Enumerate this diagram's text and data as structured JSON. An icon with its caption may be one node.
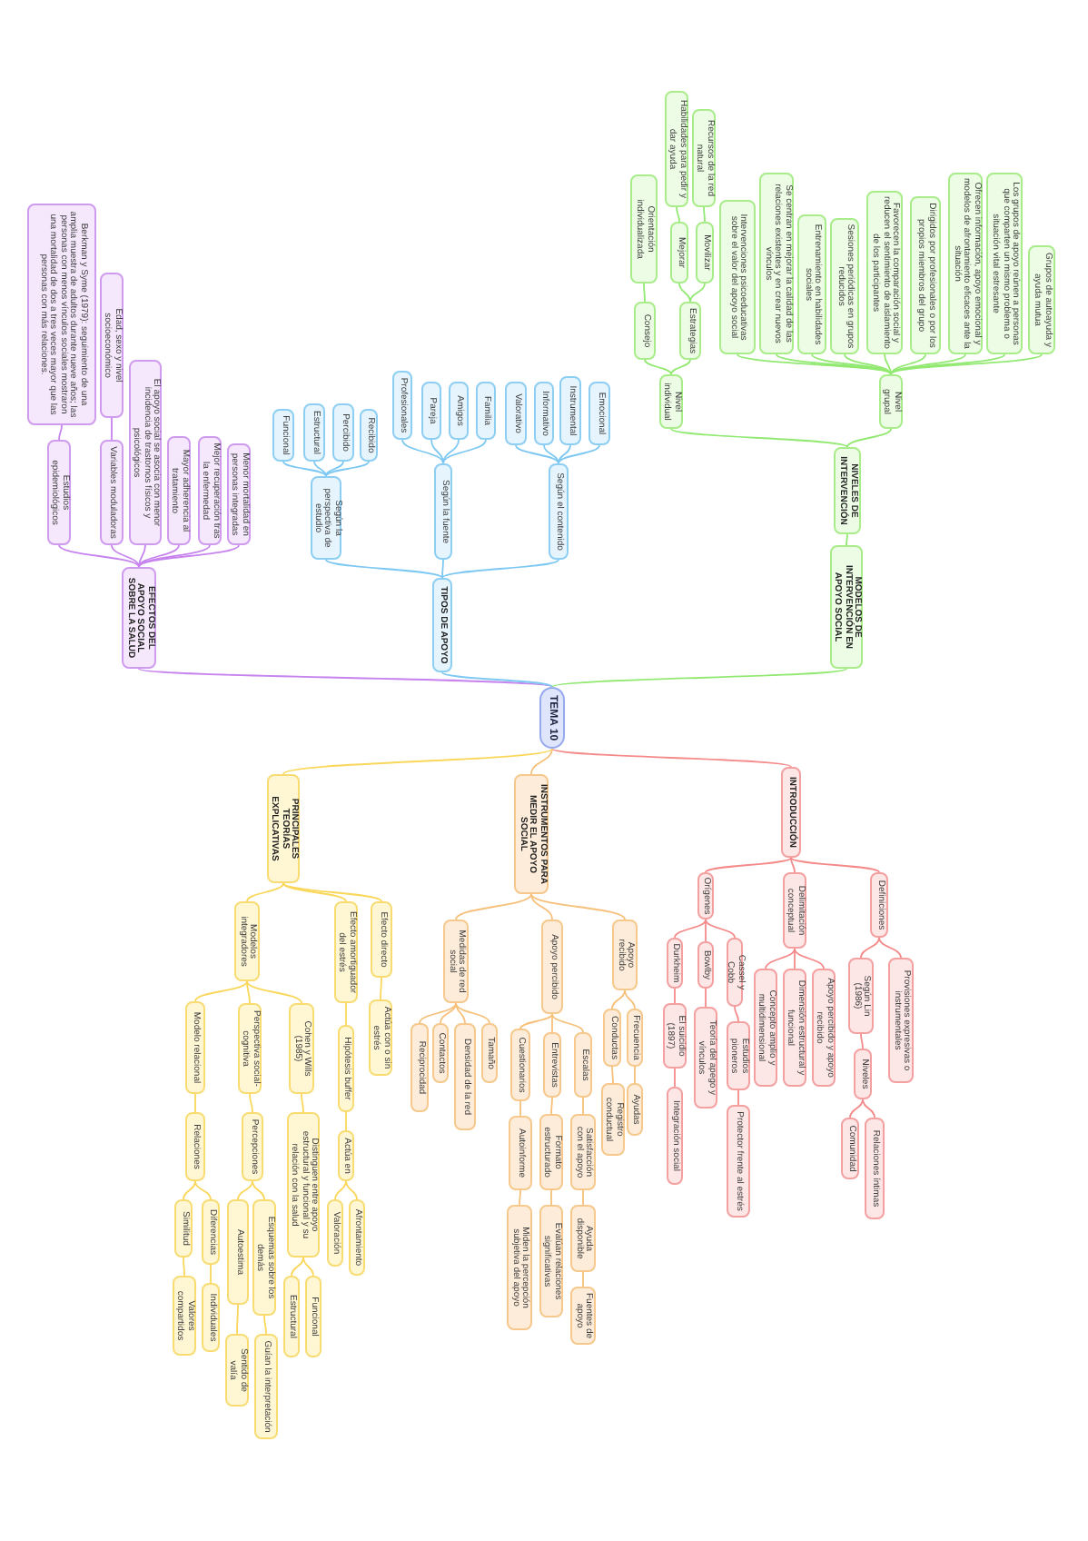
{
  "diagram": {
    "nodes": [
      {
        "text": [
          "TEMA 10"
        ]
      },
      {
        "text": [
          "INTRODUCCIÓN"
        ]
      },
      {
        "text": [
          "Definiciones"
        ]
      },
      {
        "text": [
          "Provisiones expresivas o instrumentales"
        ]
      },
      {
        "text": [
          "Según Lin (1986)"
        ]
      },
      {
        "text": [
          "Niveles"
        ]
      },
      {
        "text": [
          "Relaciones íntimas"
        ]
      },
      {
        "text": [
          "Comunidad"
        ]
      },
      {
        "text": [
          "Delimitación conceptual"
        ]
      },
      {
        "text": [
          "Apoyo percibido y apoyo recibido"
        ]
      },
      {
        "text": [
          "Dimensión estructural y funcional"
        ]
      },
      {
        "text": [
          "Concepto amplio y multidimensional"
        ]
      },
      {
        "text": [
          "Orígenes"
        ]
      },
      {
        "text": [
          "Cassel y Cobb"
        ]
      },
      {
        "text": [
          "Estudios pioneros"
        ]
      },
      {
        "text": [
          "Protector frente al estrés"
        ]
      },
      {
        "text": [
          "Bowlby"
        ]
      },
      {
        "text": [
          "Teoría del apego y vínculos"
        ]
      },
      {
        "text": [
          "Durkheim"
        ]
      },
      {
        "text": [
          "El suicidio (1897)"
        ]
      },
      {
        "text": [
          "Integración social"
        ]
      },
      {
        "text": [
          "INSTRUMENTOS PARA MEDIR EL APOYO SOCIAL"
        ]
      },
      {
        "text": [
          "Apoyo recibido"
        ]
      },
      {
        "text": [
          "Frecuencia"
        ]
      },
      {
        "text": [
          "Ayudas"
        ]
      },
      {
        "text": [
          "Conductas"
        ]
      },
      {
        "text": [
          "Registro conductual"
        ]
      },
      {
        "text": [
          "Apoyo percibido"
        ]
      },
      {
        "text": [
          "Escalas"
        ]
      },
      {
        "text": [
          "Satisfacción con el apoyo"
        ]
      },
      {
        "text": [
          "Ayuda disponible"
        ]
      },
      {
        "text": [
          "Fuentes de apoyo"
        ]
      },
      {
        "text": [
          "Entrevistas"
        ]
      },
      {
        "text": [
          "Formato estructurado"
        ]
      },
      {
        "text": [
          "Evalúan relaciones significativas"
        ]
      },
      {
        "text": [
          "Cuestionarios"
        ]
      },
      {
        "text": [
          "Autoinforme"
        ]
      },
      {
        "text": [
          "Miden la percepción subjetiva del apoyo"
        ]
      },
      {
        "text": [
          "Medidas de red social"
        ]
      },
      {
        "text": [
          "Tamaño"
        ]
      },
      {
        "text": [
          "Densidad de la red"
        ]
      },
      {
        "text": [
          "Contactos"
        ]
      },
      {
        "text": [
          "Reciprocidad"
        ]
      },
      {
        "text": [
          "PRINCIPALES TEORÍAS EXPLICATIVAS"
        ]
      },
      {
        "text": [
          "Efecto directo"
        ]
      },
      {
        "text": [
          "Actúa con o sin estrés"
        ]
      },
      {
        "text": [
          "Efecto amortiguador del estrés"
        ]
      },
      {
        "text": [
          "Hipótesis buffer"
        ]
      },
      {
        "text": [
          "Actúa en"
        ]
      },
      {
        "text": [
          "Afrontamiento"
        ]
      },
      {
        "text": [
          "Valoración"
        ]
      },
      {
        "text": [
          "Modelos integradores"
        ]
      },
      {
        "text": [
          "Cohen y Wills (1985)"
        ]
      },
      {
        "text": [
          "Distinguen entre apoyo estructural y funcional y su relación con la salud"
        ]
      },
      {
        "text": [
          "Funcional"
        ]
      },
      {
        "text": [
          "Estructural"
        ]
      },
      {
        "text": [
          "Perspectiva social-cognitiva"
        ]
      },
      {
        "text": [
          "Percepciones"
        ]
      },
      {
        "text": [
          "Esquemas sobre los demás"
        ]
      },
      {
        "text": [
          "Guían la interpretación"
        ]
      },
      {
        "text": [
          "Autoestima"
        ]
      },
      {
        "text": [
          "Sentido de valía"
        ]
      },
      {
        "text": [
          "Modelo relacional"
        ]
      },
      {
        "text": [
          "Relaciones"
        ]
      },
      {
        "text": [
          "Diferencias"
        ]
      },
      {
        "text": [
          "Individuales"
        ]
      },
      {
        "text": [
          "Similitud"
        ]
      },
      {
        "text": [
          "Valores compartidos"
        ]
      },
      {
        "text": [
          "EFECTOS DEL APOYO SOCIAL SOBRE LA SALUD"
        ]
      },
      {
        "text": [
          "Menor mortalidad en personas integradas"
        ]
      },
      {
        "text": [
          "Mejor recuperación tras la enfermedad"
        ]
      },
      {
        "text": [
          "Mayor adherencia al tratamiento"
        ]
      },
      {
        "text": [
          "El apoyo social se asocia con menor incidencia de trastornos físicos y psicológicos"
        ]
      },
      {
        "text": [
          "Variables moduladoras"
        ]
      },
      {
        "text": [
          "Edad, sexo y nivel socioeconómico"
        ]
      },
      {
        "text": [
          "Estudios epidemiológicos"
        ]
      },
      {
        "text": [
          "Berkman y Syme (1979): seguimiento de una amplia muestra de adultos durante nueve años; las personas con menos vínculos sociales mostraron una mortalidad de dos a tres veces mayor que las personas con más relaciones."
        ]
      },
      {
        "text": [
          "TIPOS DE APOYO"
        ]
      },
      {
        "text": [
          "Según el contenido"
        ]
      },
      {
        "text": [
          "Emocional"
        ]
      },
      {
        "text": [
          "Instrumental"
        ]
      },
      {
        "text": [
          "Informativo"
        ]
      },
      {
        "text": [
          "Valorativo"
        ]
      },
      {
        "text": [
          "Según la fuente"
        ]
      },
      {
        "text": [
          "Familia"
        ]
      },
      {
        "text": [
          "Amigos"
        ]
      },
      {
        "text": [
          "Pareja"
        ]
      },
      {
        "text": [
          "Profesionales"
        ]
      },
      {
        "text": [
          "Según la perspectiva de estudio"
        ]
      },
      {
        "text": [
          "Recibido"
        ]
      },
      {
        "text": [
          "Percibido"
        ]
      },
      {
        "text": [
          "Estructural"
        ]
      },
      {
        "text": [
          "Funcional"
        ]
      },
      {
        "text": [
          "MODELOS DE INTERVENCIÓN EN APOYO SOCIAL"
        ]
      },
      {
        "text": [
          "NIVELES DE INTERVENCIÓN"
        ]
      },
      {
        "text": [
          "Nivel grupal"
        ]
      },
      {
        "text": [
          "Grupos de autoayuda y ayuda mutua"
        ]
      },
      {
        "text": [
          "Los grupos de apoyo reúnen a personas que comparten un mismo problema o situación vital estresante"
        ]
      },
      {
        "text": [
          "Ofrecen información, apoyo emocional y modelos de afrontamiento eficaces ante la situación"
        ]
      },
      {
        "text": [
          "Dirigidos por profesionales o por los propios miembros del grupo"
        ]
      },
      {
        "text": [
          "Favorecen la comparación social y reducen el sentimiento de aislamiento de los participantes"
        ]
      },
      {
        "text": [
          "Sesiones periódicas en grupos reducidos"
        ]
      },
      {
        "text": [
          "Entrenamiento en habilidades sociales"
        ]
      },
      {
        "text": [
          "Se centran en mejorar la calidad de las relaciones existentes y en crear nuevos vínculos"
        ]
      },
      {
        "text": [
          "Intervenciones psicoeducativas sobre el valor del apoyo social"
        ]
      },
      {
        "text": [
          "Nivel individual"
        ]
      },
      {
        "text": [
          "Estrategias"
        ]
      },
      {
        "text": [
          "Movilizar"
        ]
      },
      {
        "text": [
          "Recursos de la red natural"
        ]
      },
      {
        "text": [
          "Mejorar"
        ]
      },
      {
        "text": [
          "Habilidades para pedir y dar ayuda"
        ]
      },
      {
        "text": [
          "Consejo"
        ]
      },
      {
        "text": [
          "Orientación individualizada"
        ]
      }
    ],
    "edges": [
      {
        "from": 0,
        "to": 1,
        "arrow": "none",
        "color": "#f48a8a"
      },
      {
        "from": 1,
        "to": 2,
        "arrow": "none",
        "color": "#f48a8a"
      },
      {
        "from": 2,
        "to": 3,
        "arrow": "none",
        "color": "#f48a8a"
      },
      {
        "from": 2,
        "to": 4,
        "arrow": "none",
        "color": "#f48a8a"
      },
      {
        "from": 4,
        "to": 5,
        "arrow": "none",
        "color": "#f48a8a"
      },
      {
        "from": 5,
        "to": 6,
        "arrow": "none",
        "color": "#f48a8a"
      },
      {
        "from": 5,
        "to": 7,
        "arrow": "none",
        "color": "#f48a8a"
      },
      {
        "from": 1,
        "to": 8,
        "arrow": "none",
        "color": "#f48a8a"
      },
      {
        "from": 8,
        "to": 9,
        "arrow": "none",
        "color": "#f48a8a"
      },
      {
        "from": 8,
        "to": 10,
        "arrow": "none",
        "color": "#f48a8a"
      },
      {
        "from": 8,
        "to": 11,
        "arrow": "none",
        "color": "#f48a8a"
      },
      {
        "from": 1,
        "to": 12,
        "arrow": "none",
        "color": "#f48a8a"
      },
      {
        "from": 12,
        "to": 13,
        "arrow": "none",
        "color": "#f48a8a"
      },
      {
        "from": 13,
        "to": 14,
        "arrow": "none",
        "color": "#f48a8a"
      },
      {
        "from": 14,
        "to": 15,
        "arrow": "none",
        "color": "#f48a8a"
      },
      {
        "from": 12,
        "to": 16,
        "arrow": "none",
        "color": "#f48a8a"
      },
      {
        "from": 16,
        "to": 17,
        "arrow": "none",
        "color": "#f48a8a"
      },
      {
        "from": 12,
        "to": 18,
        "arrow": "none",
        "color": "#f48a8a"
      },
      {
        "from": 18,
        "to": 19,
        "arrow": "none",
        "color": "#f48a8a"
      },
      {
        "from": 19,
        "to": 20,
        "arrow": "none",
        "color": "#f48a8a"
      },
      {
        "from": 0,
        "to": 21,
        "arrow": "none",
        "color": "#f6c07a"
      },
      {
        "from": 21,
        "to": 22,
        "arrow": "none",
        "color": "#f6c07a"
      },
      {
        "from": 22,
        "to": 23,
        "arrow": "none",
        "color": "#f6c07a"
      },
      {
        "from": 23,
        "to": 24,
        "arrow": "none",
        "color": "#f6c07a"
      },
      {
        "from": 22,
        "to": 25,
        "arrow": "none",
        "color": "#f6c07a"
      },
      {
        "from": 25,
        "to": 26,
        "arrow": "none",
        "color": "#f6c07a"
      },
      {
        "from": 21,
        "to": 27,
        "arrow": "none",
        "color": "#f6c07a"
      },
      {
        "from": 27,
        "to": 28,
        "arrow": "none",
        "color": "#f6c07a"
      },
      {
        "from": 28,
        "to": 29,
        "arrow": "none",
        "color": "#f6c07a"
      },
      {
        "from": 29,
        "to": 30,
        "arrow": "none",
        "color": "#f6c07a"
      },
      {
        "from": 30,
        "to": 31,
        "arrow": "none",
        "color": "#f6c07a"
      },
      {
        "from": 27,
        "to": 32,
        "arrow": "none",
        "color": "#f6c07a"
      },
      {
        "from": 32,
        "to": 33,
        "arrow": "none",
        "color": "#f6c07a"
      },
      {
        "from": 33,
        "to": 34,
        "arrow": "none",
        "color": "#f6c07a"
      },
      {
        "from": 27,
        "to": 35,
        "arrow": "none",
        "color": "#f6c07a"
      },
      {
        "from": 35,
        "to": 36,
        "arrow": "none",
        "color": "#f6c07a"
      },
      {
        "from": 36,
        "to": 37,
        "arrow": "none",
        "color": "#f6c07a"
      },
      {
        "from": 21,
        "to": 38,
        "arrow": "none",
        "color": "#f6c07a"
      },
      {
        "from": 38,
        "to": 39,
        "arrow": "none",
        "color": "#f6c07a"
      },
      {
        "from": 38,
        "to": 40,
        "arrow": "none",
        "color": "#f6c07a"
      },
      {
        "from": 38,
        "to": 41,
        "arrow": "none",
        "color": "#f6c07a"
      },
      {
        "from": 38,
        "to": 42,
        "arrow": "none",
        "color": "#f6c07a"
      },
      {
        "from": 0,
        "to": 43,
        "arrow": "none",
        "color": "#fad75a"
      },
      {
        "from": 43,
        "to": 44,
        "arrow": "none",
        "color": "#fad75a"
      },
      {
        "from": 44,
        "to": 45,
        "arrow": "none",
        "color": "#fad75a"
      },
      {
        "from": 43,
        "to": 46,
        "arrow": "none",
        "color": "#fad75a"
      },
      {
        "from": 46,
        "to": 47,
        "arrow": "none",
        "color": "#fad75a"
      },
      {
        "from": 47,
        "to": 48,
        "arrow": "none",
        "color": "#fad75a"
      },
      {
        "from": 48,
        "to": 49,
        "arrow": "none",
        "color": "#fad75a"
      },
      {
        "from": 48,
        "to": 50,
        "arrow": "none",
        "color": "#fad75a"
      },
      {
        "from": 43,
        "to": 51,
        "arrow": "none",
        "color": "#fad75a"
      },
      {
        "from": 51,
        "to": 52,
        "arrow": "none",
        "color": "#fad75a"
      },
      {
        "from": 52,
        "to": 53,
        "arrow": "none",
        "color": "#fad75a"
      },
      {
        "from": 53,
        "to": 54,
        "arrow": "none",
        "color": "#fad75a"
      },
      {
        "from": 53,
        "to": 55,
        "arrow": "none",
        "color": "#fad75a"
      },
      {
        "from": 51,
        "to": 56,
        "arrow": "none",
        "color": "#fad75a"
      },
      {
        "from": 56,
        "to": 57,
        "arrow": "none",
        "color": "#fad75a"
      },
      {
        "from": 57,
        "to": 58,
        "arrow": "none",
        "color": "#fad75a"
      },
      {
        "from": 58,
        "to": 59,
        "arrow": "none",
        "color": "#fad75a"
      },
      {
        "from": 57,
        "to": 60,
        "arrow": "none",
        "color": "#fad75a"
      },
      {
        "from": 60,
        "to": 61,
        "arrow": "none",
        "color": "#fad75a"
      },
      {
        "from": 51,
        "to": 62,
        "arrow": "none",
        "color": "#fad75a"
      },
      {
        "from": 62,
        "to": 63,
        "arrow": "none",
        "color": "#fad75a"
      },
      {
        "from": 63,
        "to": 64,
        "arrow": "none",
        "color": "#fad75a"
      },
      {
        "from": 64,
        "to": 65,
        "arrow": "none",
        "color": "#fad75a"
      },
      {
        "from": 63,
        "to": 66,
        "arrow": "none",
        "color": "#fad75a"
      },
      {
        "from": 66,
        "to": 67,
        "arrow": "none",
        "color": "#fad75a"
      },
      {
        "from": 0,
        "to": 68,
        "arrow": "none",
        "color": "#c783ee"
      },
      {
        "from": 68,
        "to": 69,
        "arrow": "none",
        "color": "#c783ee"
      },
      {
        "from": 68,
        "to": 70,
        "arrow": "none",
        "color": "#c783ee"
      },
      {
        "from": 68,
        "to": 71,
        "arrow": "none",
        "color": "#c783ee"
      },
      {
        "from": 68,
        "to": 72,
        "arrow": "none",
        "color": "#c783ee"
      },
      {
        "from": 68,
        "to": 73,
        "arrow": "none",
        "color": "#c783ee"
      },
      {
        "from": 73,
        "to": 74,
        "arrow": "none",
        "color": "#c783ee"
      },
      {
        "from": 68,
        "to": 75,
        "arrow": "none",
        "color": "#c783ee"
      },
      {
        "from": 75,
        "to": 76,
        "arrow": "none",
        "color": "#c783ee"
      },
      {
        "from": 0,
        "to": 77,
        "arrow": "none",
        "color": "#7dc8f2"
      },
      {
        "from": 77,
        "to": 78,
        "arrow": "none",
        "color": "#7dc8f2"
      },
      {
        "from": 78,
        "to": 79,
        "arrow": "none",
        "color": "#7dc8f2"
      },
      {
        "from": 78,
        "to": 80,
        "arrow": "none",
        "color": "#7dc8f2"
      },
      {
        "from": 78,
        "to": 81,
        "arrow": "none",
        "color": "#7dc8f2"
      },
      {
        "from": 78,
        "to": 82,
        "arrow": "none",
        "color": "#7dc8f2"
      },
      {
        "from": 77,
        "to": 83,
        "arrow": "none",
        "color": "#7dc8f2"
      },
      {
        "from": 83,
        "to": 84,
        "arrow": "none",
        "color": "#7dc8f2"
      },
      {
        "from": 83,
        "to": 85,
        "arrow": "none",
        "color": "#7dc8f2"
      },
      {
        "from": 83,
        "to": 86,
        "arrow": "none",
        "color": "#7dc8f2"
      },
      {
        "from": 83,
        "to": 87,
        "arrow": "none",
        "color": "#7dc8f2"
      },
      {
        "from": 77,
        "to": 88,
        "arrow": "none",
        "color": "#7dc8f2"
      },
      {
        "from": 88,
        "to": 89,
        "arrow": "none",
        "color": "#7dc8f2"
      },
      {
        "from": 88,
        "to": 90,
        "arrow": "none",
        "color": "#7dc8f2"
      },
      {
        "from": 88,
        "to": 91,
        "arrow": "none",
        "color": "#7dc8f2"
      },
      {
        "from": 88,
        "to": 92,
        "arrow": "none",
        "color": "#7dc8f2"
      },
      {
        "from": 0,
        "to": 93,
        "arrow": "none",
        "color": "#92e972"
      },
      {
        "from": 93,
        "to": 94,
        "arrow": "none",
        "color": "#92e972"
      },
      {
        "from": 94,
        "to": 95,
        "arrow": "none",
        "color": "#92e972"
      },
      {
        "from": 95,
        "to": 96,
        "arrow": "none",
        "color": "#92e972"
      },
      {
        "from": 95,
        "to": 97,
        "arrow": "none",
        "color": "#92e972"
      },
      {
        "from": 95,
        "to": 98,
        "arrow": "none",
        "color": "#92e972"
      },
      {
        "from": 95,
        "to": 99,
        "arrow": "none",
        "color": "#92e972"
      },
      {
        "from": 95,
        "to": 100,
        "arrow": "none",
        "color": "#92e972"
      },
      {
        "from": 95,
        "to": 101,
        "arrow": "none",
        "color": "#92e972"
      },
      {
        "from": 95,
        "to": 102,
        "arrow": "none",
        "color": "#92e972"
      },
      {
        "from": 95,
        "to": 103,
        "arrow": "none",
        "color": "#92e972"
      },
      {
        "from": 95,
        "to": 104,
        "arrow": "none",
        "color": "#92e972"
      },
      {
        "from": 94,
        "to": 105,
        "arrow": "none",
        "color": "#92e972"
      },
      {
        "from": 105,
        "to": 106,
        "arrow": "none",
        "color": "#92e972"
      },
      {
        "from": 106,
        "to": 107,
        "arrow": "none",
        "color": "#92e972"
      },
      {
        "from": 107,
        "to": 108,
        "arrow": "none",
        "color": "#92e972"
      },
      {
        "from": 106,
        "to": 109,
        "arrow": "none",
        "color": "#92e972"
      },
      {
        "from": 109,
        "to": 110,
        "arrow": "none",
        "color": "#92e972"
      },
      {
        "from": 105,
        "to": 111,
        "arrow": "none",
        "color": "#92e972"
      },
      {
        "from": 111,
        "to": 112,
        "arrow": "none",
        "color": "#92e972"
      }
    ]
  }
}
